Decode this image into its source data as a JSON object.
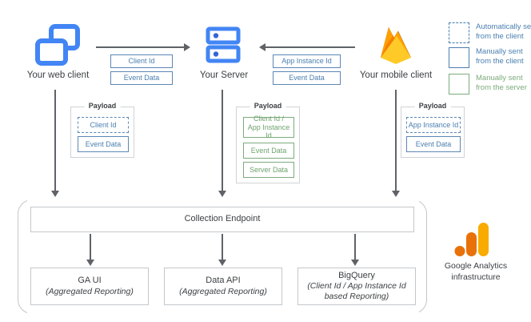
{
  "diagram": {
    "nodes": {
      "web_client": {
        "label": "Your web client",
        "icon": "browser-windows-icon"
      },
      "server": {
        "label": "Your Server",
        "icon": "server-rack-icon"
      },
      "mobile_client": {
        "label": "Your mobile client",
        "icon": "firebase-flame-icon"
      }
    },
    "transport_left": {
      "direction": "web-client-to-server",
      "chips": [
        {
          "label": "Client Id",
          "style": "blue"
        },
        {
          "label": "Event Data",
          "style": "blue"
        }
      ]
    },
    "transport_right": {
      "direction": "mobile-client-to-server",
      "chips": [
        {
          "label": "App Instance Id",
          "style": "blue"
        },
        {
          "label": "Event Data",
          "style": "blue"
        }
      ]
    },
    "payloads": [
      {
        "title": "Payload",
        "source": "web-client",
        "items": [
          {
            "label": "Client Id",
            "style": "blue-dashed"
          },
          {
            "label": "Event Data",
            "style": "blue-solid"
          }
        ]
      },
      {
        "title": "Payload",
        "source": "server",
        "items": [
          {
            "label": "Client Id / App Instance Id",
            "line1": "Client Id /",
            "line2": "App Instance Id",
            "style": "green-solid"
          },
          {
            "label": "Event Data",
            "style": "green-solid"
          },
          {
            "label": "Server Data",
            "style": "green-solid"
          }
        ]
      },
      {
        "title": "Payload",
        "source": "mobile-client",
        "items": [
          {
            "label": "App Instance Id",
            "style": "blue-dashed"
          },
          {
            "label": "Event Data",
            "style": "blue-solid"
          }
        ]
      }
    ],
    "infrastructure": {
      "collection_endpoint": "Collection Endpoint",
      "outputs": [
        {
          "title": "GA UI",
          "subtitle": "(Aggregated Reporting)"
        },
        {
          "title": "Data API",
          "subtitle": "(Aggregated Reporting)"
        },
        {
          "title": "BigQuery",
          "subtitle_line1": "(Client Id / App Instance Id",
          "subtitle_line2": "based Reporting)"
        }
      ],
      "brand": {
        "line1": "Google Analytics",
        "line2": "infrastructure",
        "icon": "google-analytics-bars-icon"
      }
    },
    "legend": [
      {
        "swatch": "dashed-blue",
        "line1": "Automatically sent",
        "line2": "from the client"
      },
      {
        "swatch": "solid-blue",
        "line1": "Manually sent",
        "line2": "from the client"
      },
      {
        "swatch": "solid-green",
        "line1": "Manually sent",
        "line2": "from the server"
      }
    ],
    "colors": {
      "blue": "#4a7fb0",
      "green": "#7cab7c",
      "line": "#5f6368",
      "box_border": "#c3c7ca",
      "icon_blue": "#4285f4",
      "ga_orange_dark": "#e8710a",
      "ga_orange_light": "#f9ab00"
    }
  }
}
